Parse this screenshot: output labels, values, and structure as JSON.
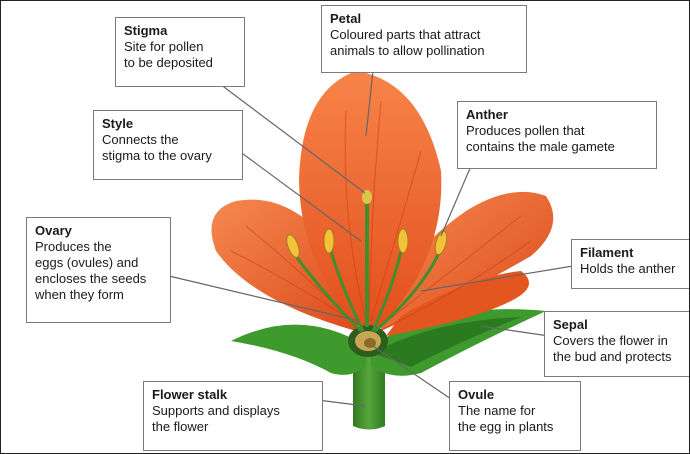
{
  "labels": {
    "stigma": {
      "title": "Stigma",
      "desc": [
        "Site for pollen",
        "to be deposited"
      ]
    },
    "petal": {
      "title": "Petal",
      "desc": [
        "Coloured parts that attract",
        "animals to allow pollination"
      ]
    },
    "style": {
      "title": "Style",
      "desc": [
        "Connects the",
        "stigma to the ovary"
      ]
    },
    "anther": {
      "title": "Anther",
      "desc": [
        "Produces pollen that",
        "contains the male gamete"
      ]
    },
    "ovary": {
      "title": "Ovary",
      "desc": [
        "Produces the",
        "eggs (ovules) and",
        "encloses the seeds",
        "when they form"
      ]
    },
    "filament": {
      "title": "Filament",
      "desc": [
        "Holds the anther"
      ]
    },
    "sepal": {
      "title": "Sepal",
      "desc": [
        "Covers the flower in",
        "the bud and protects"
      ]
    },
    "stalk": {
      "title": "Flower stalk",
      "desc": [
        "Supports and displays",
        "the flower"
      ]
    },
    "ovule": {
      "title": "Ovule",
      "desc": [
        "The name for",
        "the egg in plants"
      ]
    }
  },
  "colors": {
    "petal": "#f4692b",
    "petal_dark": "#d4421a",
    "vein": "#e8521c",
    "green": "#3f8f2c",
    "green_dark": "#245e1a",
    "anther": "#f1c23a",
    "ovary": "#c9a654"
  }
}
